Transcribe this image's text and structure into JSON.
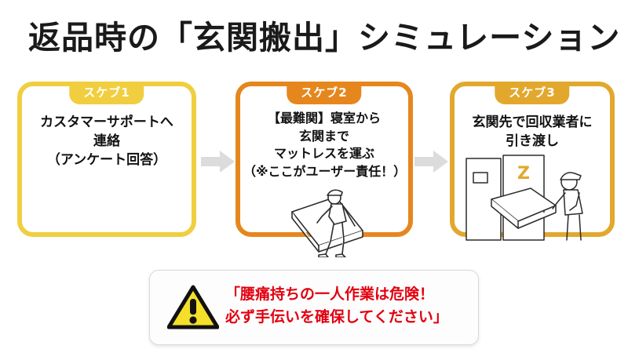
{
  "title": "返品時の「玄関搬出」シミュレーション",
  "steps": [
    {
      "badge": "スケブ1",
      "text": "カスタマーサポートへ\n連絡\n（アンケート回答）",
      "accent": "#F0CE3F",
      "illustration": null
    },
    {
      "badge": "スケブ2",
      "text": "【最難関】寝室から\n玄関まで\nマットレスを運ぶ\n（※ここがユーザー責任！）",
      "accent": "#E5871D",
      "illustration": "person-carrying-mattress"
    },
    {
      "badge": "スケブ3",
      "text": "玄関先で回収業者に\n引き渡し",
      "accent": "#E2A82D",
      "illustration": "doorway-handover-mattress",
      "door_label": "Z"
    }
  ],
  "arrows": {
    "icon": "right-arrow-icon",
    "color": "#DCDCDC"
  },
  "warning": {
    "icon": "warning-triangle-icon",
    "icon_fill": "#F5DF2B",
    "text": "「腰痛持ちの一人作業は危険！\n必ず手伝いを確保してください」",
    "text_color": "#E2000F"
  }
}
